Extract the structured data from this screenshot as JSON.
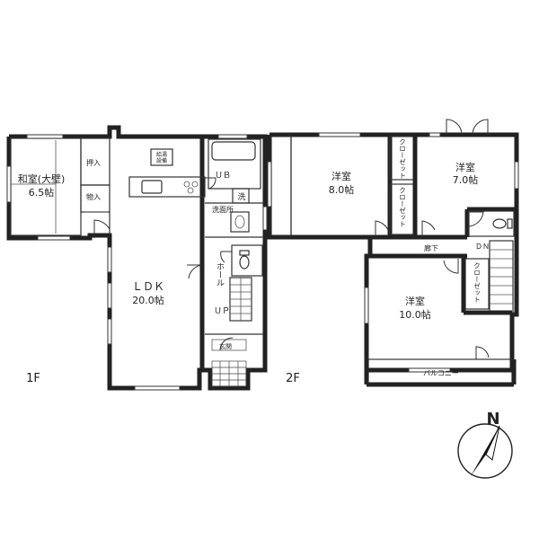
{
  "floor1": {
    "label": "1F",
    "rooms": {
      "washitsu": "和室(大壁)",
      "washitsu_size": "6.5帖",
      "oshiire": "押入",
      "monoire": "物入",
      "ldk": "ＬＤＫ",
      "ldk_size": "20.0帖",
      "ub": "ＵＢ",
      "senmenjo": "洗面所",
      "wash_mark": "洗",
      "hall": "ホール",
      "stairs_up": "ＵＰ",
      "genkan": "玄関",
      "water_heater_line1": "給湯",
      "water_heater_line2": "設備"
    }
  },
  "floor2": {
    "label": "2F",
    "rooms": {
      "yoshitsu_a": "洋室",
      "yoshitsu_a_size": "8.0帖",
      "yoshitsu_b": "洋室",
      "yoshitsu_b_size": "7.0帖",
      "yoshitsu_c": "洋室",
      "yoshitsu_c_size": "10.0帖",
      "closet_1": "クローゼット",
      "closet_2": "クローゼット",
      "closet_3": "クローゼット",
      "corridor": "廊下",
      "stairs_dn": "ＤＮ",
      "balcony": "バルコニー"
    }
  },
  "compass": {
    "north_label": "N"
  }
}
